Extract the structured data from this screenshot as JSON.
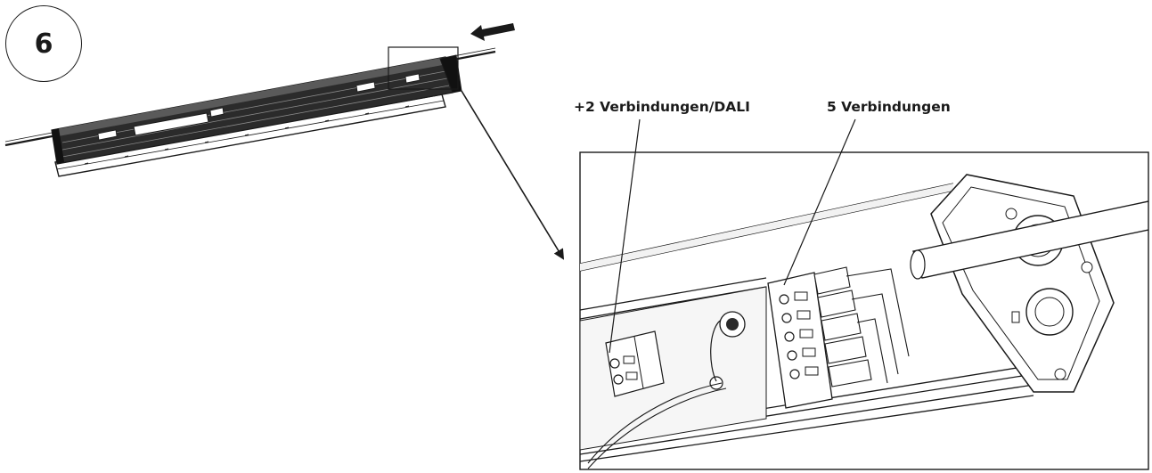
{
  "step": {
    "number": "6"
  },
  "callouts": {
    "dali": "+2 Verbindungen/DALI",
    "five": "5 Verbindungen"
  },
  "colors": {
    "ink": "#1a1a1a",
    "dark_fill": "#2b2b2b",
    "light_fill": "#efefef"
  }
}
